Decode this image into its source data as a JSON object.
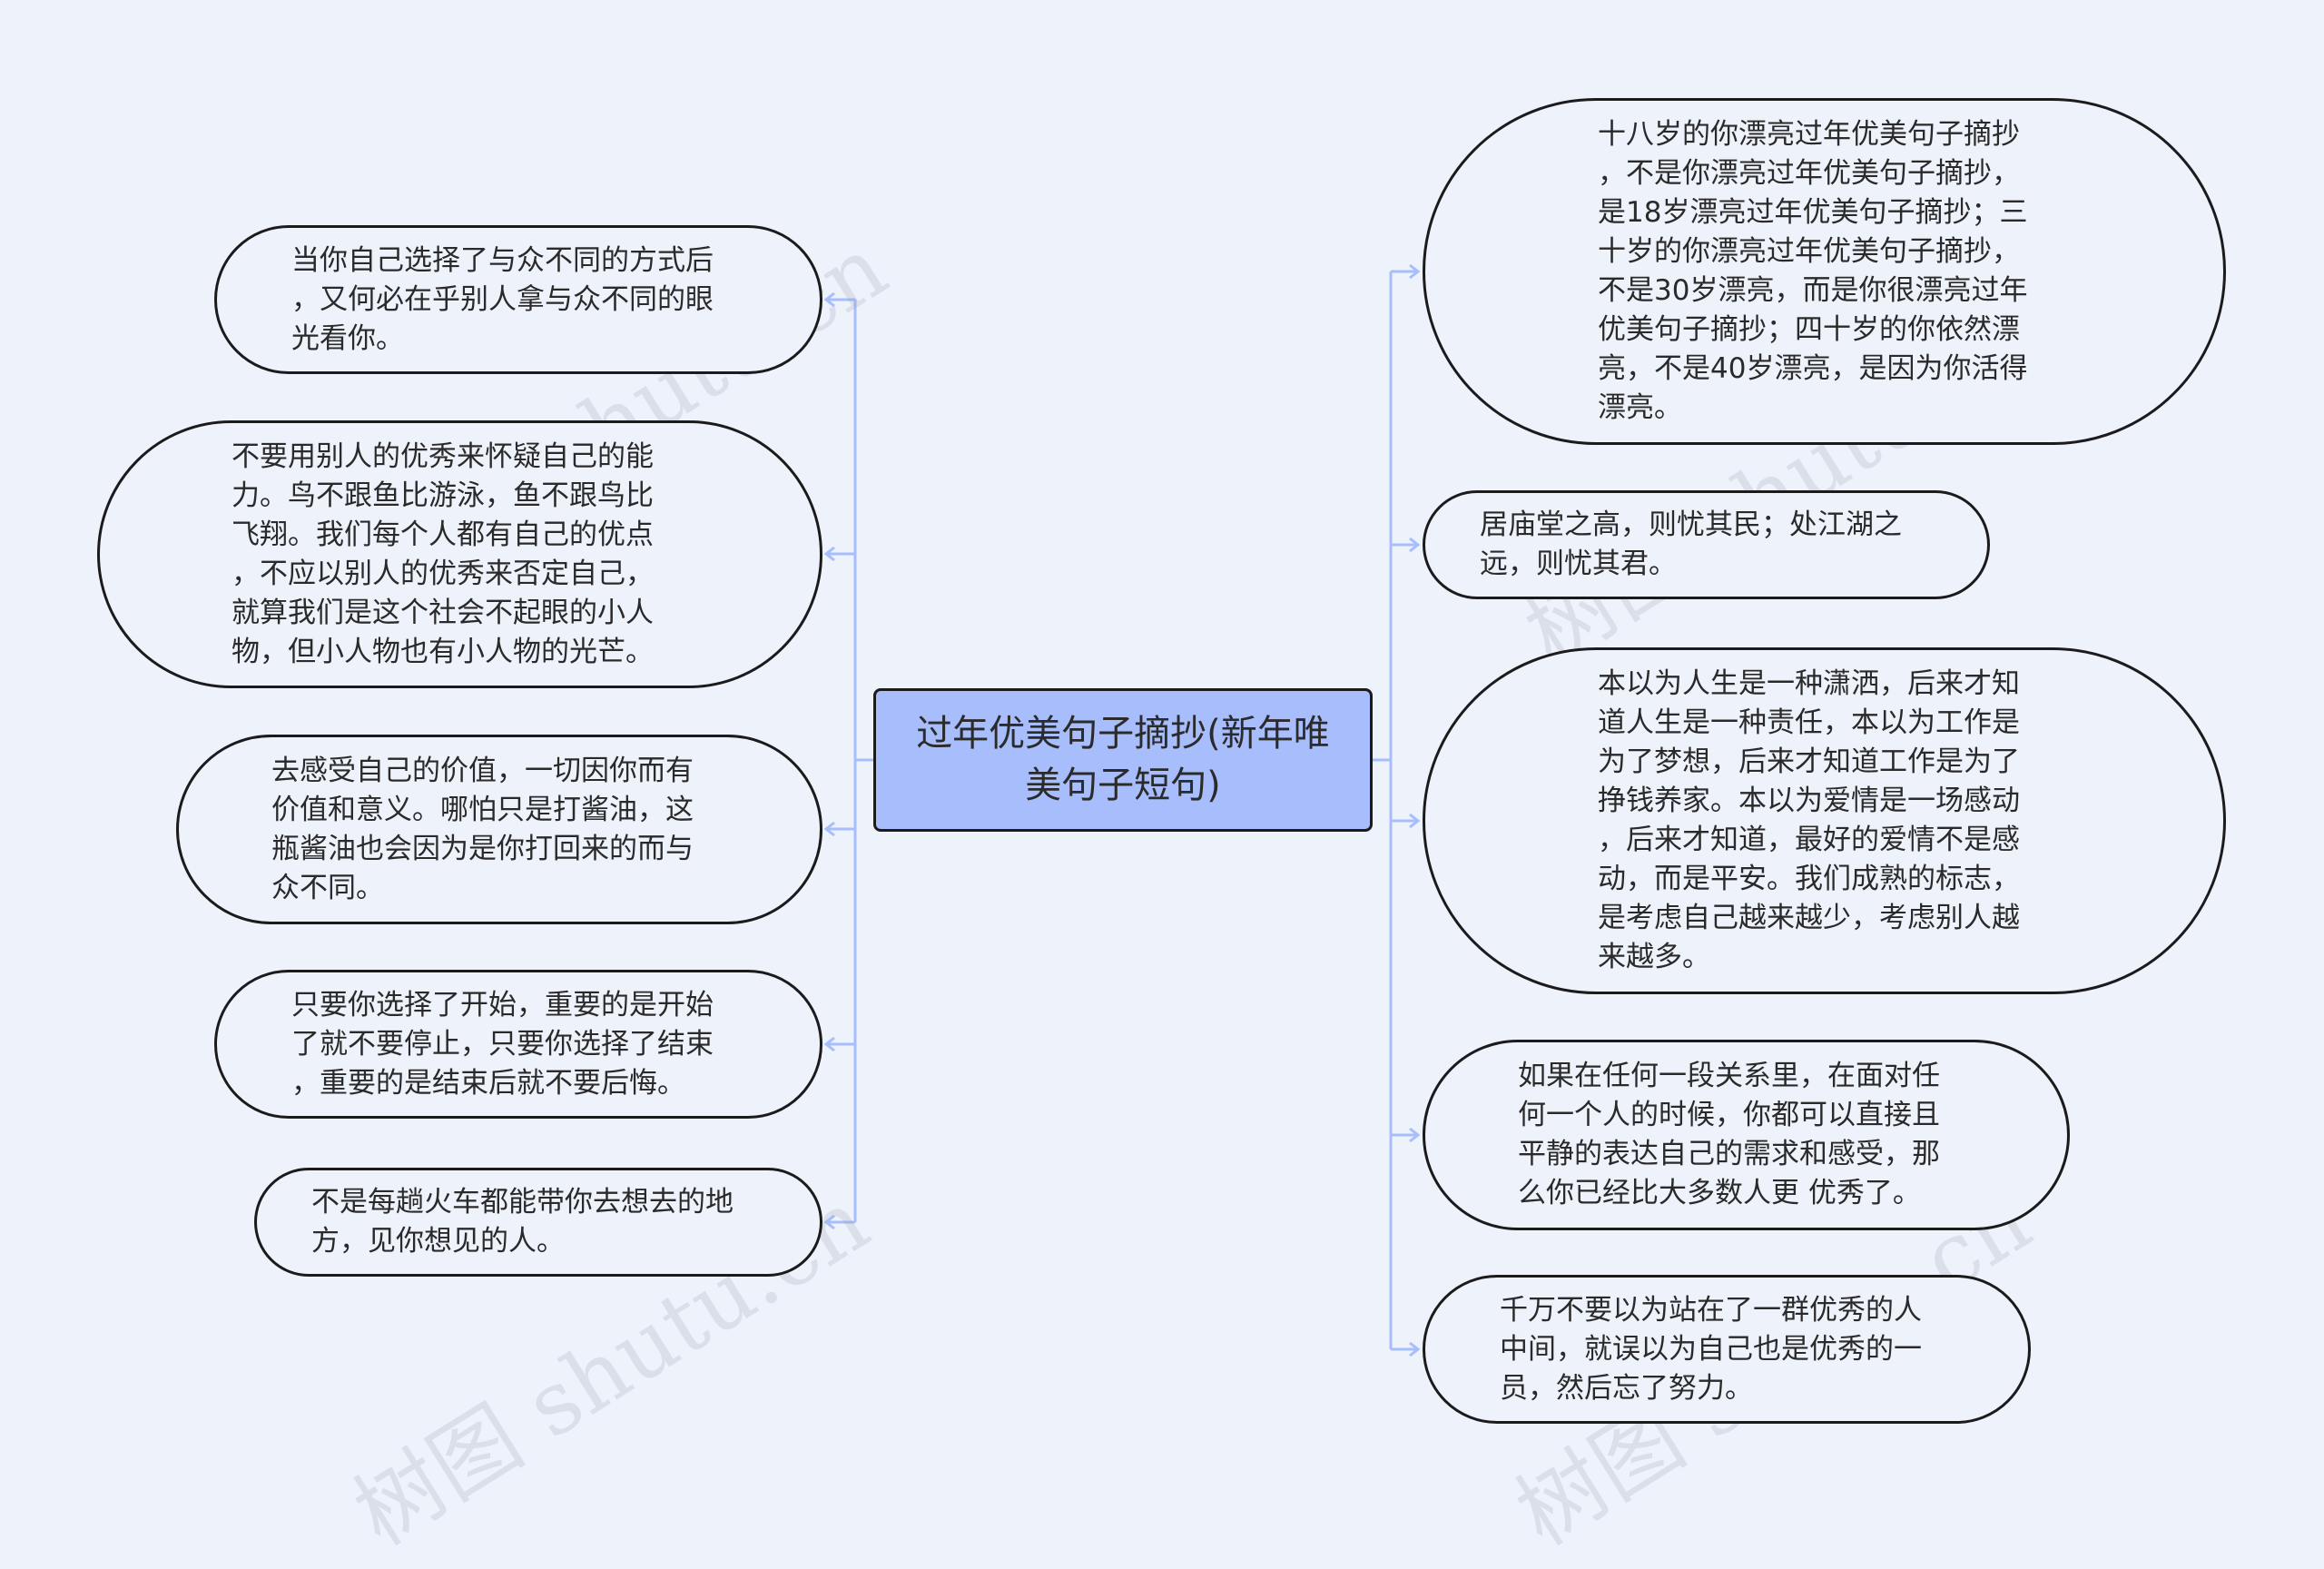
{
  "colors": {
    "background": "#eef2fb",
    "center_fill": "#a7bdfc",
    "connector": "#a7bdfc",
    "border": "#1b1b1b"
  },
  "center": {
    "label": "过年优美句子摘抄(新年唯\n美句子短句)"
  },
  "left_nodes": [
    {
      "text": "当你自己选择了与众不同的方式后\n，又何必在乎别人拿与众不同的眼\n光看你。"
    },
    {
      "text": "不要用别人的优秀来怀疑自己的能\n力。鸟不跟鱼比游泳，鱼不跟鸟比\n飞翔。我们每个人都有自己的优点\n，不应以别人的优秀来否定自己，\n就算我们是这个社会不起眼的小人\n物，但小人物也有小人物的光芒。"
    },
    {
      "text": "去感受自己的价值，一切因你而有\n价值和意义。哪怕只是打酱油，这\n瓶酱油也会因为是你打回来的而与\n众不同。"
    },
    {
      "text": "只要你选择了开始，重要的是开始\n了就不要停止，只要你选择了结束\n，重要的是结束后就不要后悔。"
    },
    {
      "text": "不是每趟火车都能带你去想去的地\n方，见你想见的人。"
    }
  ],
  "right_nodes": [
    {
      "text": "十八岁的你漂亮过年优美句子摘抄\n，不是你漂亮过年优美句子摘抄，\n是18岁漂亮过年优美句子摘抄；三\n十岁的你漂亮过年优美句子摘抄，\n不是30岁漂亮，而是你很漂亮过年\n优美句子摘抄；四十岁的你依然漂\n亮，不是40岁漂亮，是因为你活得\n漂亮。"
    },
    {
      "text": "居庙堂之高，则忧其民；处江湖之\n远，则忧其君。"
    },
    {
      "text": "本以为人生是一种潇洒，后来才知\n道人生是一种责任，本以为工作是\n为了梦想，后来才知道工作是为了\n挣钱养家。本以为爱情是一场感动\n，后来才知道，最好的爱情不是感\n动，而是平安。我们成熟的标志，\n是考虑自己越来越少，考虑别人越\n来越多。"
    },
    {
      "text": "如果在任何一段关系里，在面对任\n何一个人的时候，你都可以直接且\n平静的表达自己的需求和感受，那\n么你已经比大多数人更 优秀了。"
    },
    {
      "text": "千万不要以为站在了一群优秀的人\n中间，就误以为自己也是优秀的一\n员，然后忘了努力。"
    }
  ],
  "watermark": "树图 shutu.cn"
}
